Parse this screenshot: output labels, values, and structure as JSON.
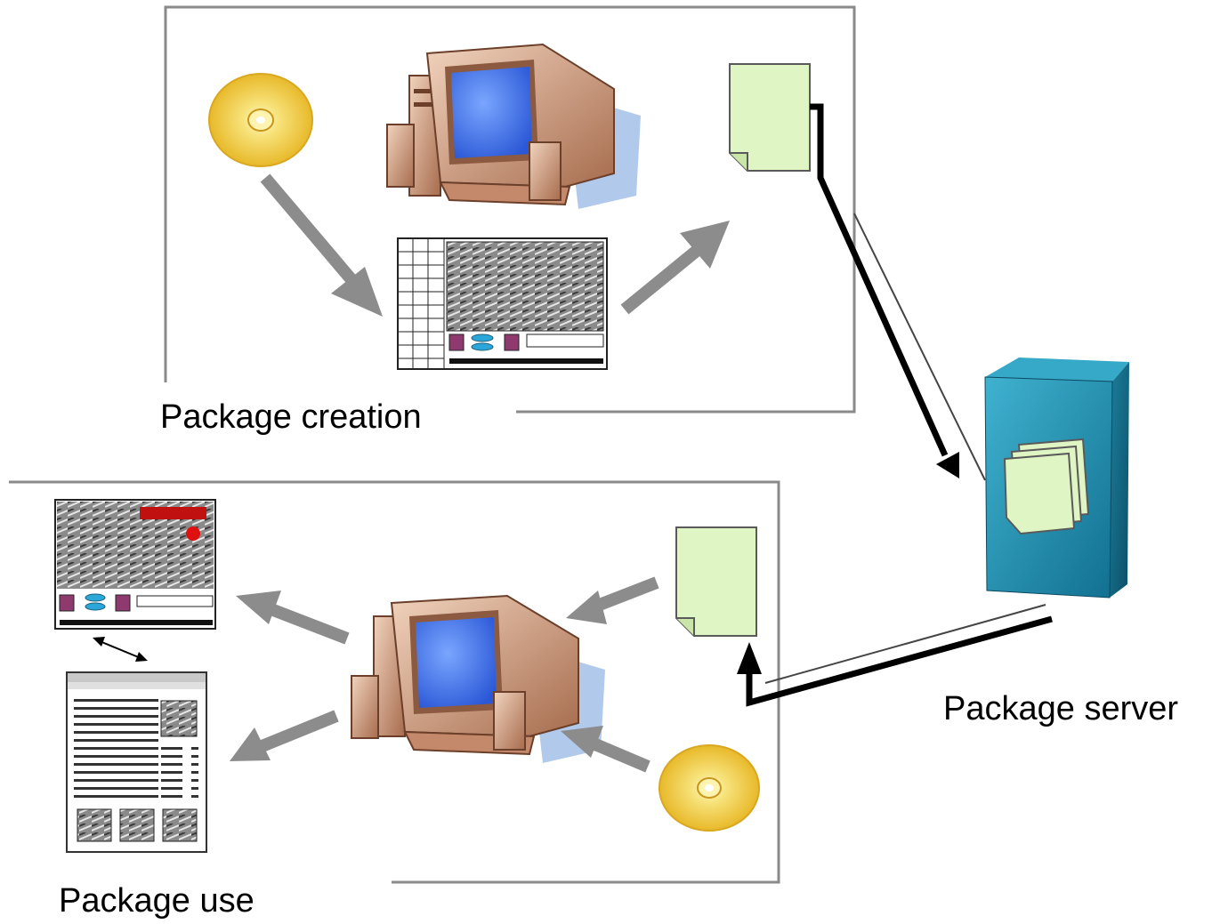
{
  "labels": {
    "package_creation": "Package creation",
    "package_server": "Package server",
    "package_use": "Package use"
  },
  "colors": {
    "arrow_gray": "#8c8c8c",
    "document_fill": "#dff5c4",
    "server_fill": "#1f8fae",
    "monitor_screen": "#4f7ff5",
    "monitor_body": "#d8a98a",
    "cd_gold": "#f4d64a"
  },
  "icons": [
    "cd-icon",
    "computer-icon",
    "package-document-icon",
    "editor-screen-icon",
    "server-icon",
    "player-screen-icon",
    "web-page-icon"
  ]
}
